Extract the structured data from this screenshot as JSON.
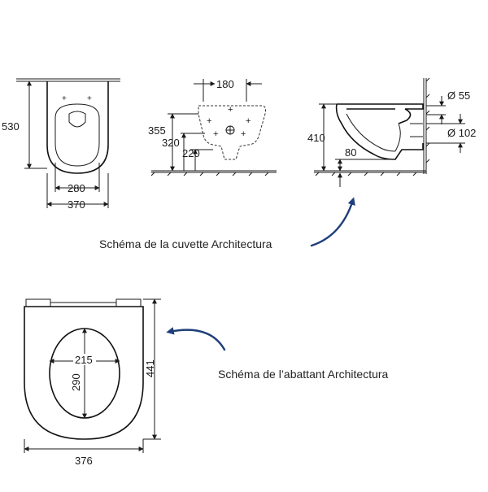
{
  "top_view": {
    "height_label": "530",
    "inner_width_label": "280",
    "outer_width_label": "370"
  },
  "front_view": {
    "width_label": "180",
    "dims": [
      "355",
      "320",
      "220"
    ]
  },
  "side_view": {
    "height_label": "410",
    "bottom_label": "80",
    "diam_small": "Ø 55",
    "diam_large": "Ø 102"
  },
  "caption_bowl": "Schéma de la cuvette Architectura",
  "seat": {
    "inner_width_label": "215",
    "inner_height_label": "290",
    "outer_height_label": "441",
    "outer_width_label": "376"
  },
  "caption_seat": "Schéma de l’abattant Architectura",
  "colors": {
    "arrow": "#1f3f7a",
    "line": "#1a1a1a"
  }
}
